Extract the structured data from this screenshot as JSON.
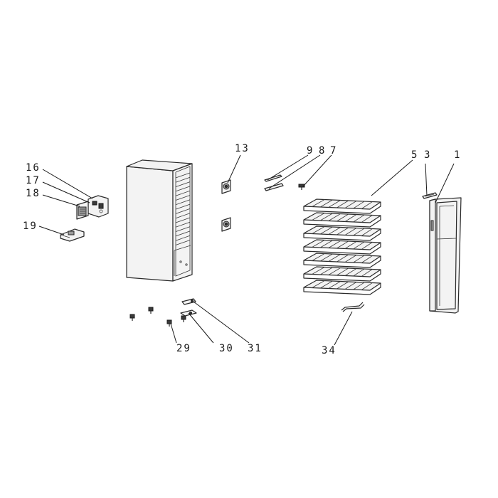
{
  "callouts": [
    {
      "id": "c1",
      "text": "1"
    },
    {
      "id": "c3",
      "text": "3"
    },
    {
      "id": "c5",
      "text": "5"
    },
    {
      "id": "c7",
      "text": "7"
    },
    {
      "id": "c8",
      "text": "8"
    },
    {
      "id": "c9",
      "text": "9"
    },
    {
      "id": "c13",
      "text": "13"
    },
    {
      "id": "c16",
      "text": "16"
    },
    {
      "id": "c17",
      "text": "17"
    },
    {
      "id": "c18",
      "text": "18"
    },
    {
      "id": "c19",
      "text": "19"
    },
    {
      "id": "c29",
      "text": "29"
    },
    {
      "id": "c30",
      "text": "30"
    },
    {
      "id": "c31",
      "text": "31"
    },
    {
      "id": "c34",
      "text": "34"
    }
  ]
}
